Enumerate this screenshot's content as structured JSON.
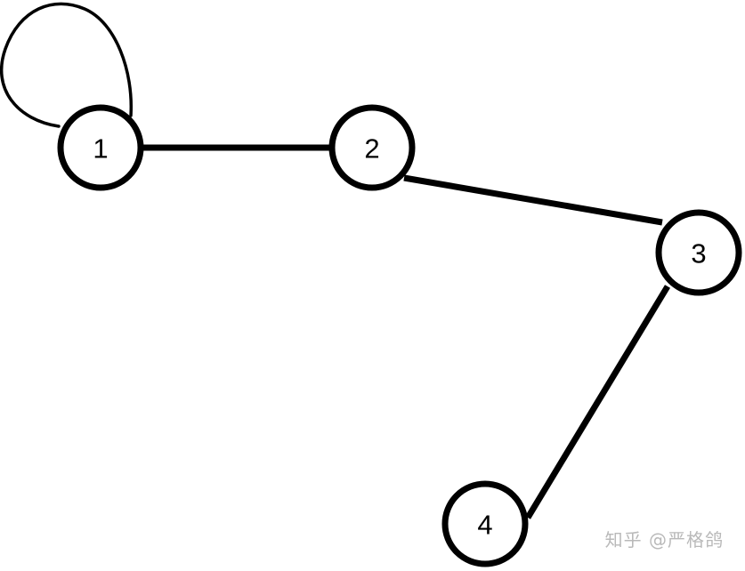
{
  "graph": {
    "nodes": [
      {
        "id": "1",
        "label": "1"
      },
      {
        "id": "2",
        "label": "2"
      },
      {
        "id": "3",
        "label": "3"
      },
      {
        "id": "4",
        "label": "4"
      }
    ],
    "edges": [
      {
        "from": "1",
        "to": "1",
        "self_loop": true
      },
      {
        "from": "1",
        "to": "2"
      },
      {
        "from": "2",
        "to": "3"
      },
      {
        "from": "3",
        "to": "4"
      }
    ]
  },
  "watermark": {
    "text": "知乎 @严格鸽"
  }
}
